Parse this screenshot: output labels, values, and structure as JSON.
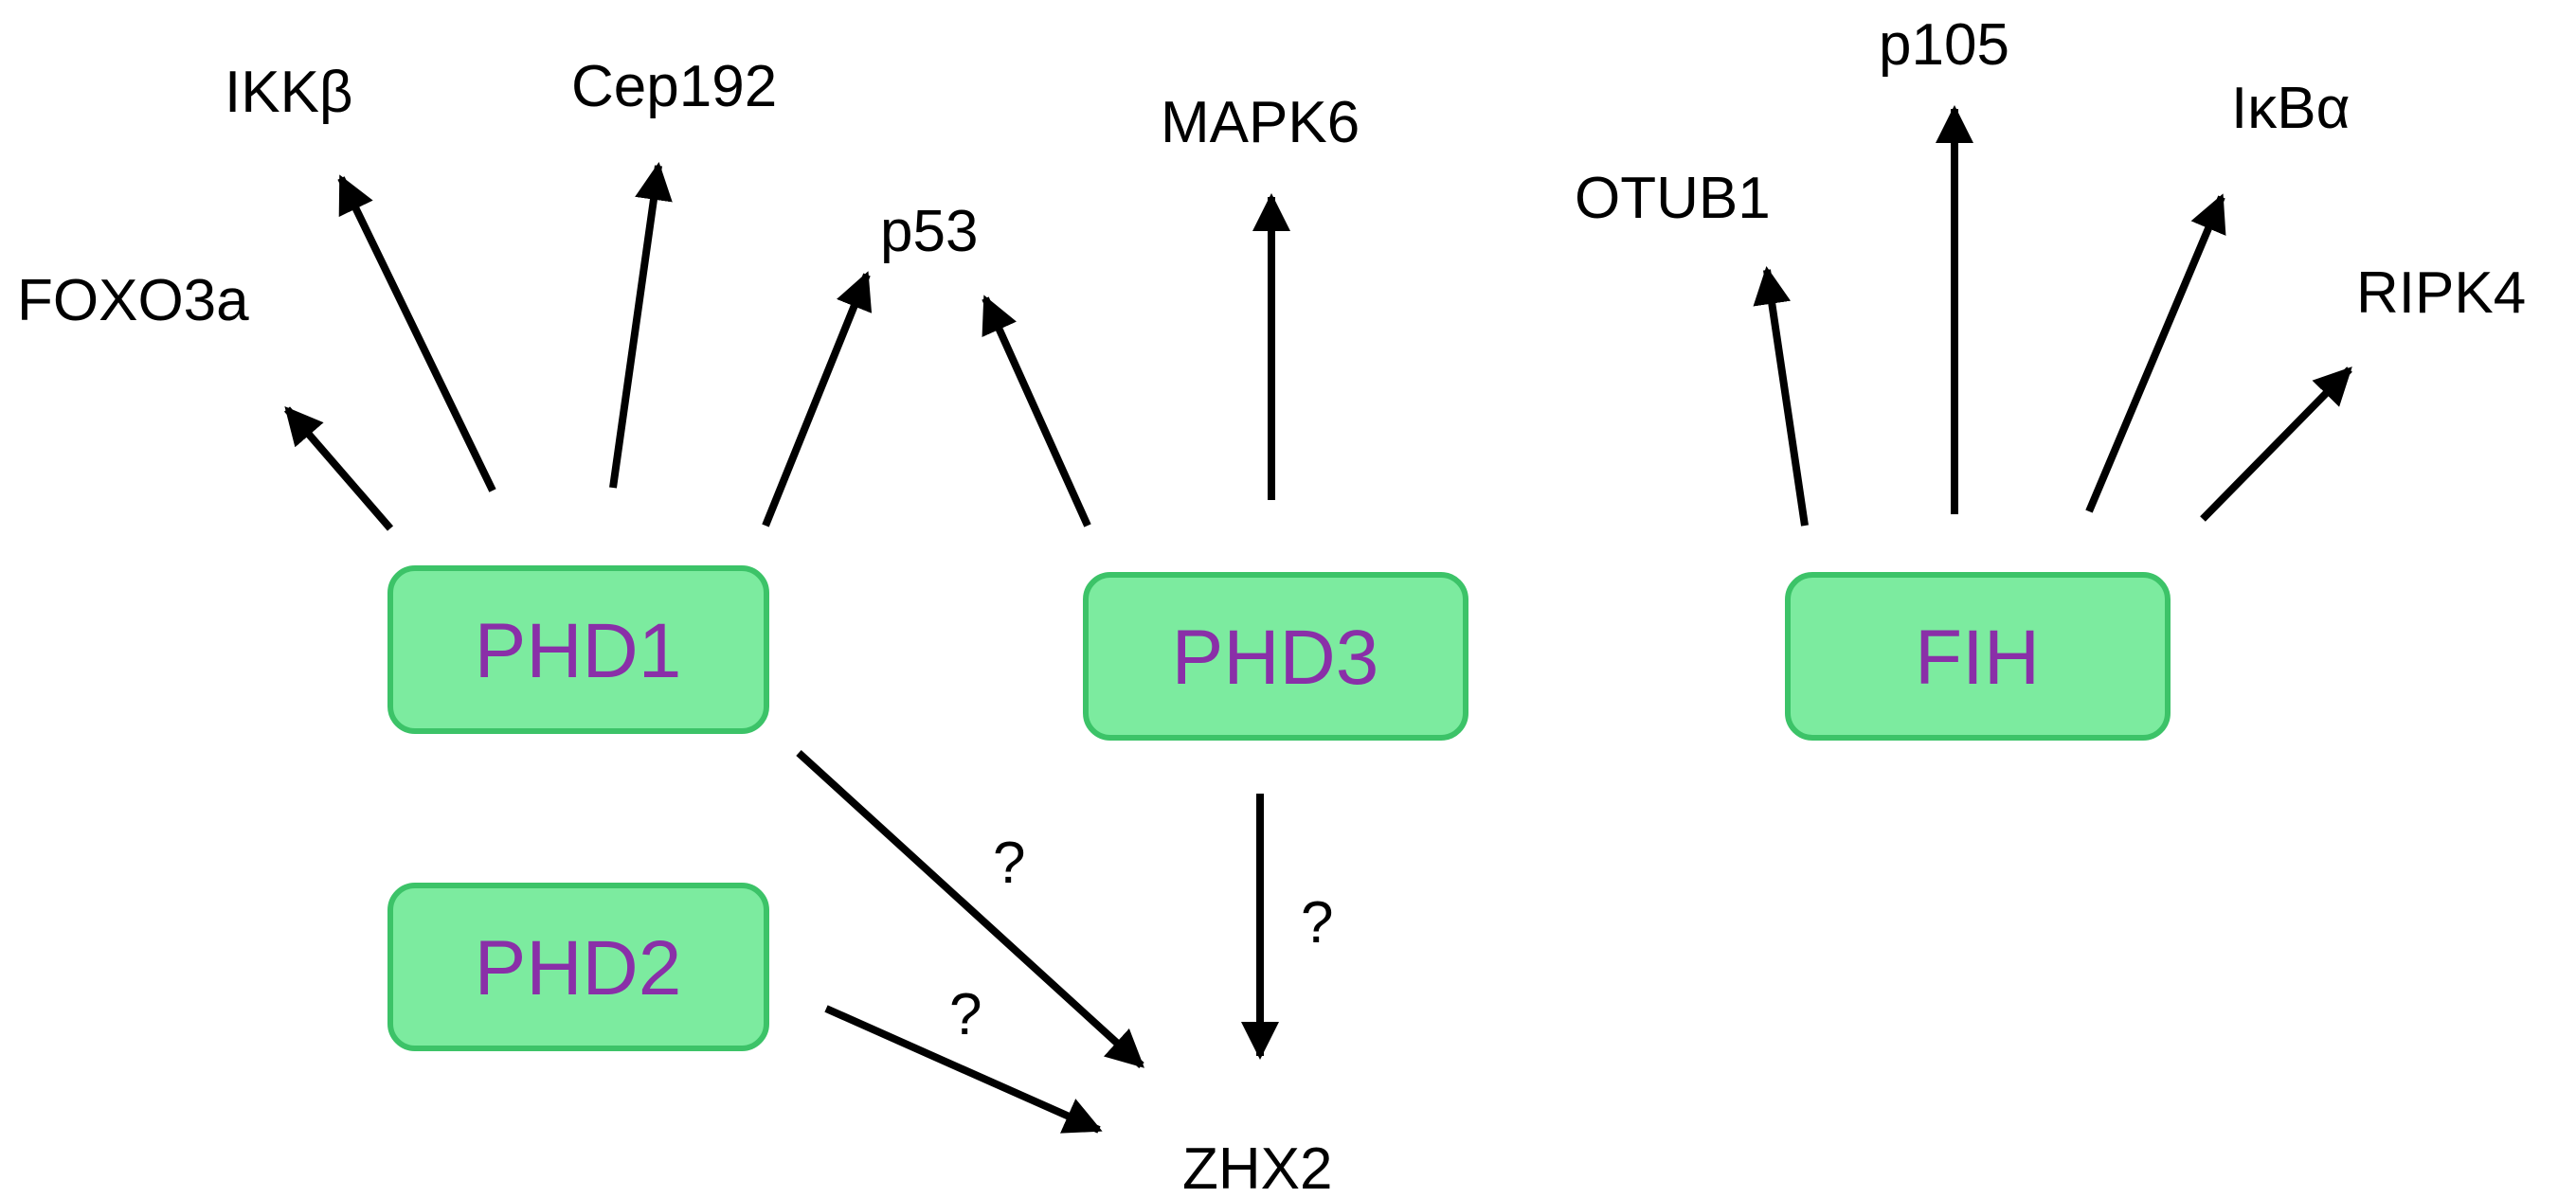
{
  "colors": {
    "box_fill": "#7ceb9f",
    "box_stroke": "#3cc368",
    "enzyme_text": "#8a2fa8",
    "arrow": "#000000"
  },
  "enzymes": {
    "phd1": "PHD1",
    "phd2": "PHD2",
    "phd3": "PHD3",
    "fih": "FIH"
  },
  "targets": {
    "foxo3a": "FOXO3a",
    "ikkb": "IKKβ",
    "cep192": "Cep192",
    "p53": "p53",
    "mapk6": "MAPK6",
    "otub1": "OTUB1",
    "p105": "p105",
    "ikba": "IκBα",
    "ripk4": "RIPK4",
    "zhx2": "ZHX2"
  },
  "uncertain_mark": "?"
}
